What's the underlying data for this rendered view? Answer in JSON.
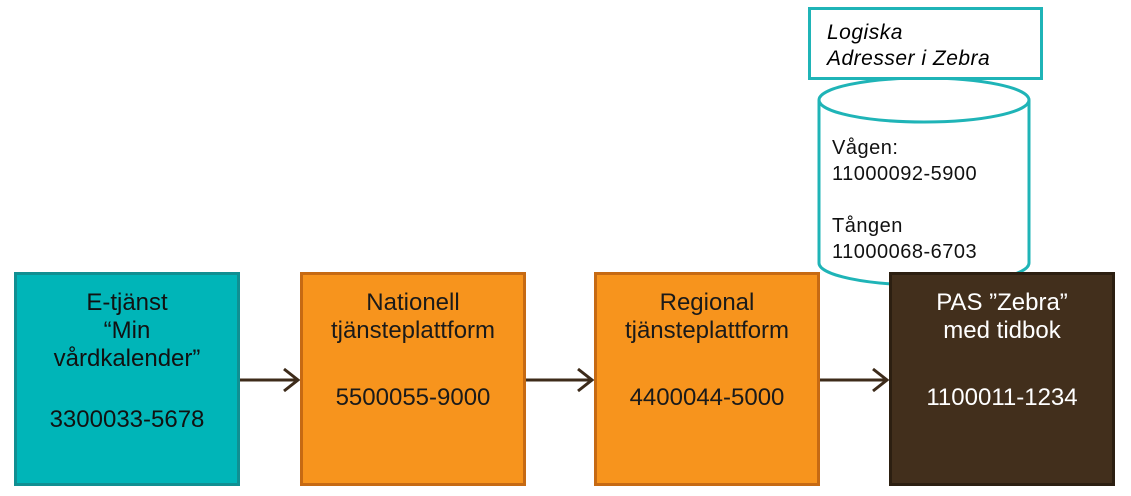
{
  "title_box": {
    "line1": "Logiska",
    "line2": "Adresser i Zebra"
  },
  "database": {
    "entries": [
      {
        "name": "Vågen:",
        "address": "11000092-5900"
      },
      {
        "name": "Tången",
        "address": "11000068-6703"
      }
    ]
  },
  "boxes": [
    {
      "lines": [
        "E-tjänst",
        "“Min",
        "vårdkalender”"
      ],
      "address": "3300033-5678"
    },
    {
      "lines": [
        "Nationell",
        "tjänsteplattform"
      ],
      "address": "5500055-9000"
    },
    {
      "lines": [
        "Regional",
        "tjänsteplattform"
      ],
      "address": "4400044-5000"
    },
    {
      "lines": [
        "PAS ”Zebra”",
        "med tidbok"
      ],
      "address": "1100011-1234"
    }
  ],
  "colors": {
    "teal": "#00B5B8",
    "orange": "#F7941D",
    "brown": "#422F1C",
    "arrow": "#3D2B1A",
    "cylinder_border": "#1FB4B7"
  }
}
